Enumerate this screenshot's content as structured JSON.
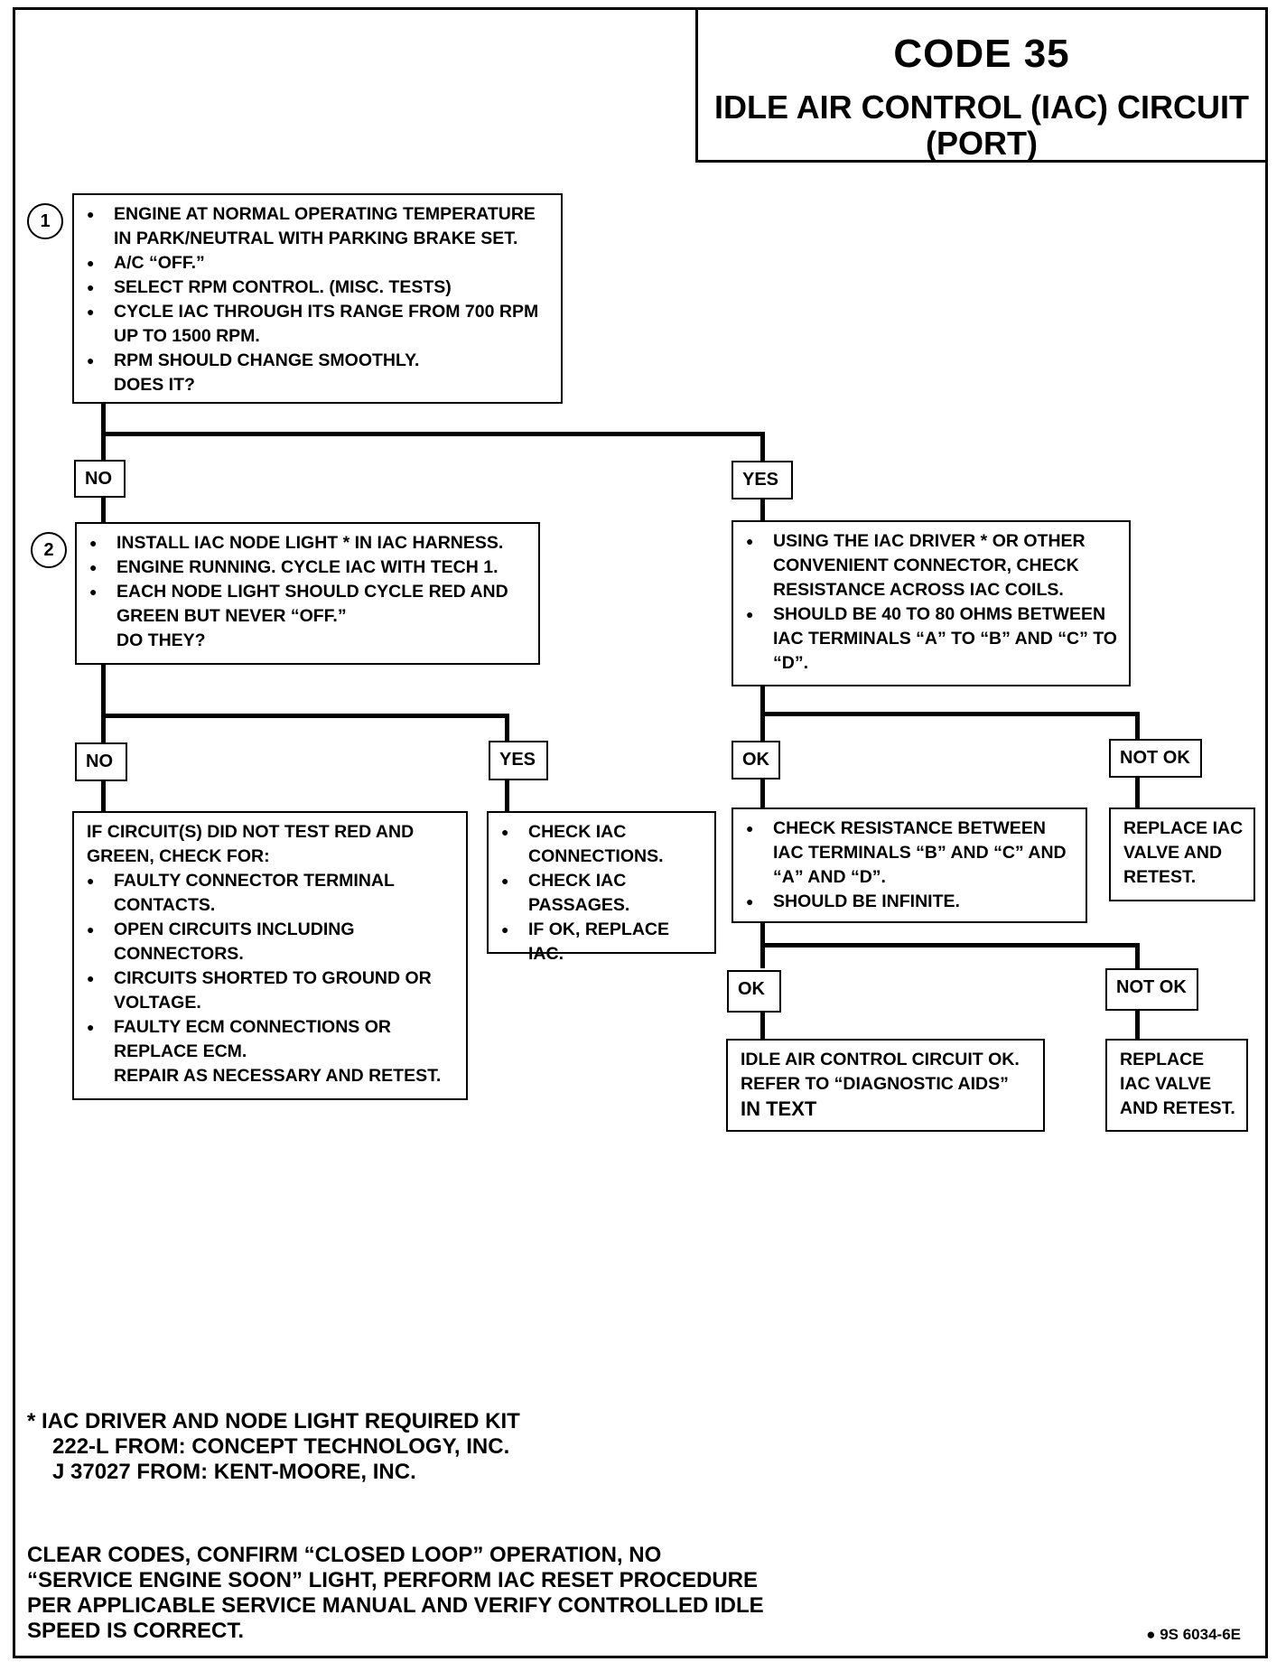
{
  "header": {
    "code": "CODE 35",
    "subtitle_line1": "IDLE AIR CONTROL (IAC) CIRCUIT",
    "subtitle_line2": "(PORT)"
  },
  "step1": {
    "number": "1",
    "items": [
      "ENGINE AT NORMAL OPERATING TEMPERATURE IN PARK/NEUTRAL WITH PARKING BRAKE SET.",
      "A/C “OFF.”",
      "SELECT RPM CONTROL. (MISC. TESTS)",
      "CYCLE IAC THROUGH ITS RANGE FROM 700 RPM UP TO 1500 RPM.",
      "RPM SHOULD CHANGE SMOOTHLY."
    ],
    "question": "DOES IT?"
  },
  "branch1": {
    "no": "NO",
    "yes": "YES"
  },
  "step2": {
    "number": "2",
    "items": [
      "INSTALL IAC NODE LIGHT * IN IAC HARNESS.",
      "ENGINE RUNNING. CYCLE IAC WITH TECH 1.",
      "EACH NODE LIGHT SHOULD CYCLE RED AND GREEN BUT NEVER “OFF.”"
    ],
    "question": "DO THEY?"
  },
  "resistance_check": {
    "items": [
      "USING THE IAC DRIVER * OR OTHER CONVENIENT CONNECTOR, CHECK RESISTANCE ACROSS IAC COILS.",
      "SHOULD BE 40 TO 80 OHMS BETWEEN IAC TERMINALS “A” TO “B” AND “C” TO “D”."
    ]
  },
  "branch2": {
    "no": "NO",
    "yes": "YES"
  },
  "branch3": {
    "ok": "OK",
    "not_ok": "NOT OK"
  },
  "circuit_fault": {
    "intro": "IF CIRCUIT(S) DID NOT TEST RED AND GREEN, CHECK FOR:",
    "items": [
      "FAULTY CONNECTOR TERMINAL CONTACTS.",
      "OPEN CIRCUITS INCLUDING CONNECTORS.",
      "CIRCUITS SHORTED TO GROUND OR VOLTAGE.",
      "FAULTY ECM CONNECTIONS OR REPLACE ECM."
    ],
    "footer": "REPAIR AS NECESSARY AND RETEST."
  },
  "check_iac": {
    "items": [
      "CHECK IAC CONNECTIONS.",
      "CHECK IAC PASSAGES.",
      "IF OK, REPLACE IAC."
    ]
  },
  "infinite_check": {
    "items": [
      "CHECK RESISTANCE BETWEEN IAC TERMINALS “B” AND “C” AND “A” AND “D”.",
      "SHOULD BE INFINITE."
    ]
  },
  "replace1": {
    "text": "REPLACE IAC VALVE AND RETEST."
  },
  "branch4": {
    "ok": "OK",
    "not_ok": "NOT OK"
  },
  "circuit_ok": {
    "line1": "IDLE AIR CONTROL CIRCUIT OK.",
    "line2": "REFER TO “DIAGNOSTIC AIDS”",
    "line3": "IN TEXT"
  },
  "replace2": {
    "text": "REPLACE IAC VALVE AND RETEST."
  },
  "footnote": {
    "line1": "*  IAC DRIVER AND NODE LIGHT REQUIRED KIT",
    "line2": "222-L FROM:  CONCEPT TECHNOLOGY, INC.",
    "line3": "J 37027 FROM:  KENT-MOORE, INC."
  },
  "clear_codes": {
    "line1": "CLEAR CODES, CONFIRM “CLOSED LOOP” OPERATION, NO",
    "line2": "“SERVICE ENGINE SOON” LIGHT, PERFORM IAC RESET PROCEDURE",
    "line3": "PER APPLICABLE SERVICE MANUAL AND VERIFY CONTROLLED IDLE",
    "line4": "SPEED IS CORRECT."
  },
  "figure_id": "● 9S 6034-6E"
}
